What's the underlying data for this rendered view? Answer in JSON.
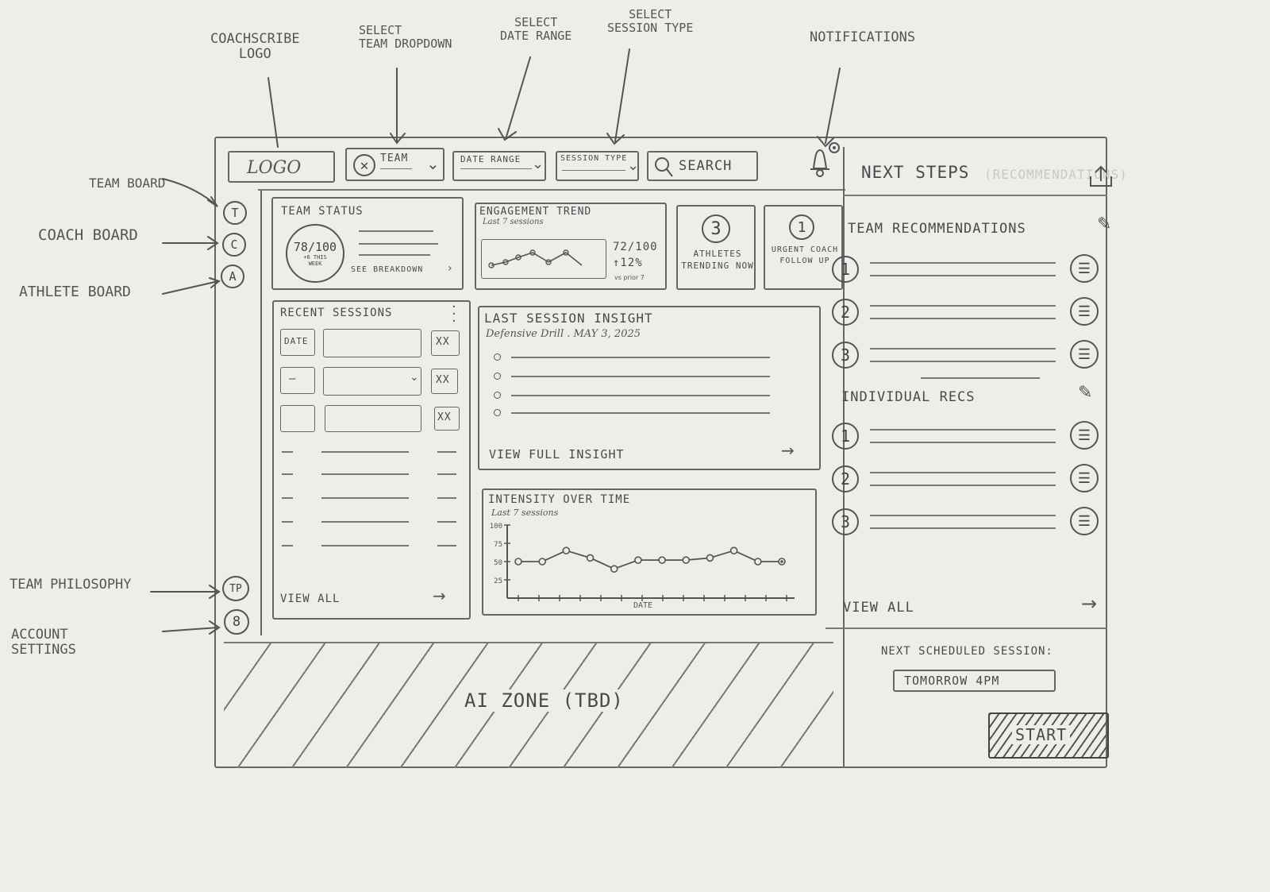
{
  "annotations": {
    "logo": "COACHSCRIBE\nLOGO",
    "team_dropdown": "SELECT\nTEAM DROPDOWN",
    "date_range": "SELECT\nDATE RANGE",
    "session_type": "SELECT\nSESSION TYPE",
    "notifications": "NOTIFICATIONS",
    "team_board": "TEAM BOARD",
    "coach_board": "COACH BOARD",
    "athlete_board": "ATHLETE BOARD",
    "team_philosophy": "TEAM PHILOSOPHY",
    "account_settings": "ACCOUNT\nSETTINGS"
  },
  "header": {
    "logo": "LOGO",
    "team": "TEAM",
    "date_range": "DATE RANGE",
    "session_type": "SESSION TYPE",
    "search": "SEARCH"
  },
  "sidebar": {
    "items": [
      {
        "label": "T"
      },
      {
        "label": "C"
      },
      {
        "label": "A"
      }
    ],
    "bottom": [
      {
        "label": "TP"
      },
      {
        "label": "8"
      }
    ]
  },
  "team_status": {
    "title": "TEAM STATUS",
    "score": "78/100",
    "delta": "+6 THIS WEEK",
    "link": "SEE BREAKDOWN"
  },
  "engagement": {
    "title": "ENGAGEMENT TREND",
    "subtitle": "Last 7 sessions",
    "score": "72/100",
    "change": "↑12%",
    "compare": "vs prior 7"
  },
  "athletes_trending": {
    "count": "3",
    "label": "ATHLETES TRENDING NOW"
  },
  "urgent": {
    "count": "1",
    "label": "URGENT COACH FOLLOW UP"
  },
  "recent_sessions": {
    "title": "RECENT SESSIONS",
    "rows": [
      {
        "date": "DATE",
        "action": "XX"
      },
      {
        "date": "—",
        "action": "XX"
      },
      {
        "date": "",
        "action": "XX"
      }
    ],
    "view_all": "VIEW ALL"
  },
  "last_insight": {
    "title": "LAST SESSION INSIGHT",
    "subtitle": "Defensive Drill . MAY 3, 2025",
    "link": "VIEW FULL INSIGHT"
  },
  "intensity": {
    "title": "INTENSITY OVER TIME",
    "subtitle": "Last 7 sessions"
  },
  "chart_data": {
    "type": "line",
    "x": [
      1,
      2,
      3,
      4,
      5,
      6,
      7,
      8,
      9,
      10,
      11,
      12
    ],
    "values": [
      50,
      50,
      65,
      55,
      40,
      52,
      52,
      52,
      55,
      65,
      50,
      50
    ],
    "title": "INTENSITY OVER TIME",
    "subtitle": "Last 7 sessions",
    "xlabel": "DATE",
    "ylabel": "",
    "yticks": [
      "100",
      "75",
      "50",
      "25"
    ],
    "ylim": [
      0,
      100
    ]
  },
  "ai_zone": "AI ZONE (TBD)",
  "next_steps": {
    "title": "NEXT STEPS",
    "title_faint": "(RECOMMENDATIONS)",
    "team_recs_title": "TEAM RECOMMENDATIONS",
    "team_recs": [
      "1",
      "2",
      "3"
    ],
    "individual_recs_title": "INDIVIDUAL RECS",
    "individual_recs": [
      "1",
      "2",
      "3"
    ],
    "view_all": "VIEW ALL",
    "next_session_label": "NEXT SCHEDULED SESSION:",
    "next_session_value": "TOMORROW 4PM",
    "start": "START"
  }
}
